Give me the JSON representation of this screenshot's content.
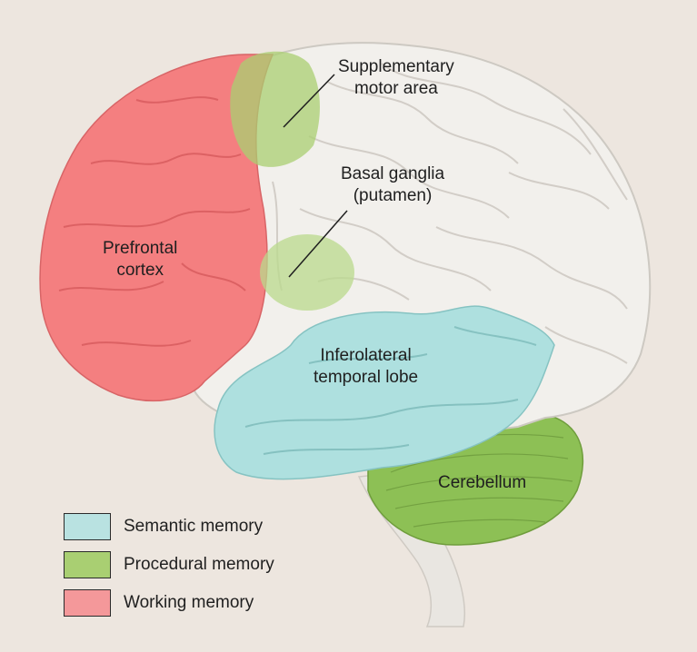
{
  "labels": {
    "supplementary": [
      "Supplementary",
      "motor area"
    ],
    "basal_ganglia": [
      "Basal ganglia",
      "(putamen)"
    ],
    "prefrontal": [
      "Prefrontal",
      "cortex"
    ],
    "inferolateral": [
      "Inferolateral",
      "temporal lobe"
    ],
    "cerebellum": "Cerebellum"
  },
  "legend": [
    {
      "label": "Semantic memory",
      "color": "#b9e2e1"
    },
    {
      "label": "Procedural memory",
      "color": "#a9cf72"
    },
    {
      "label": "Working memory",
      "color": "#f4989a"
    }
  ],
  "colors": {
    "background": "#ede6df",
    "brain": "#f2f0ec",
    "prefrontal": "#f47f80",
    "temporal": "#aee0df",
    "cerebellum": "#8dc055",
    "procedural_overlay": "#b9d98c"
  }
}
